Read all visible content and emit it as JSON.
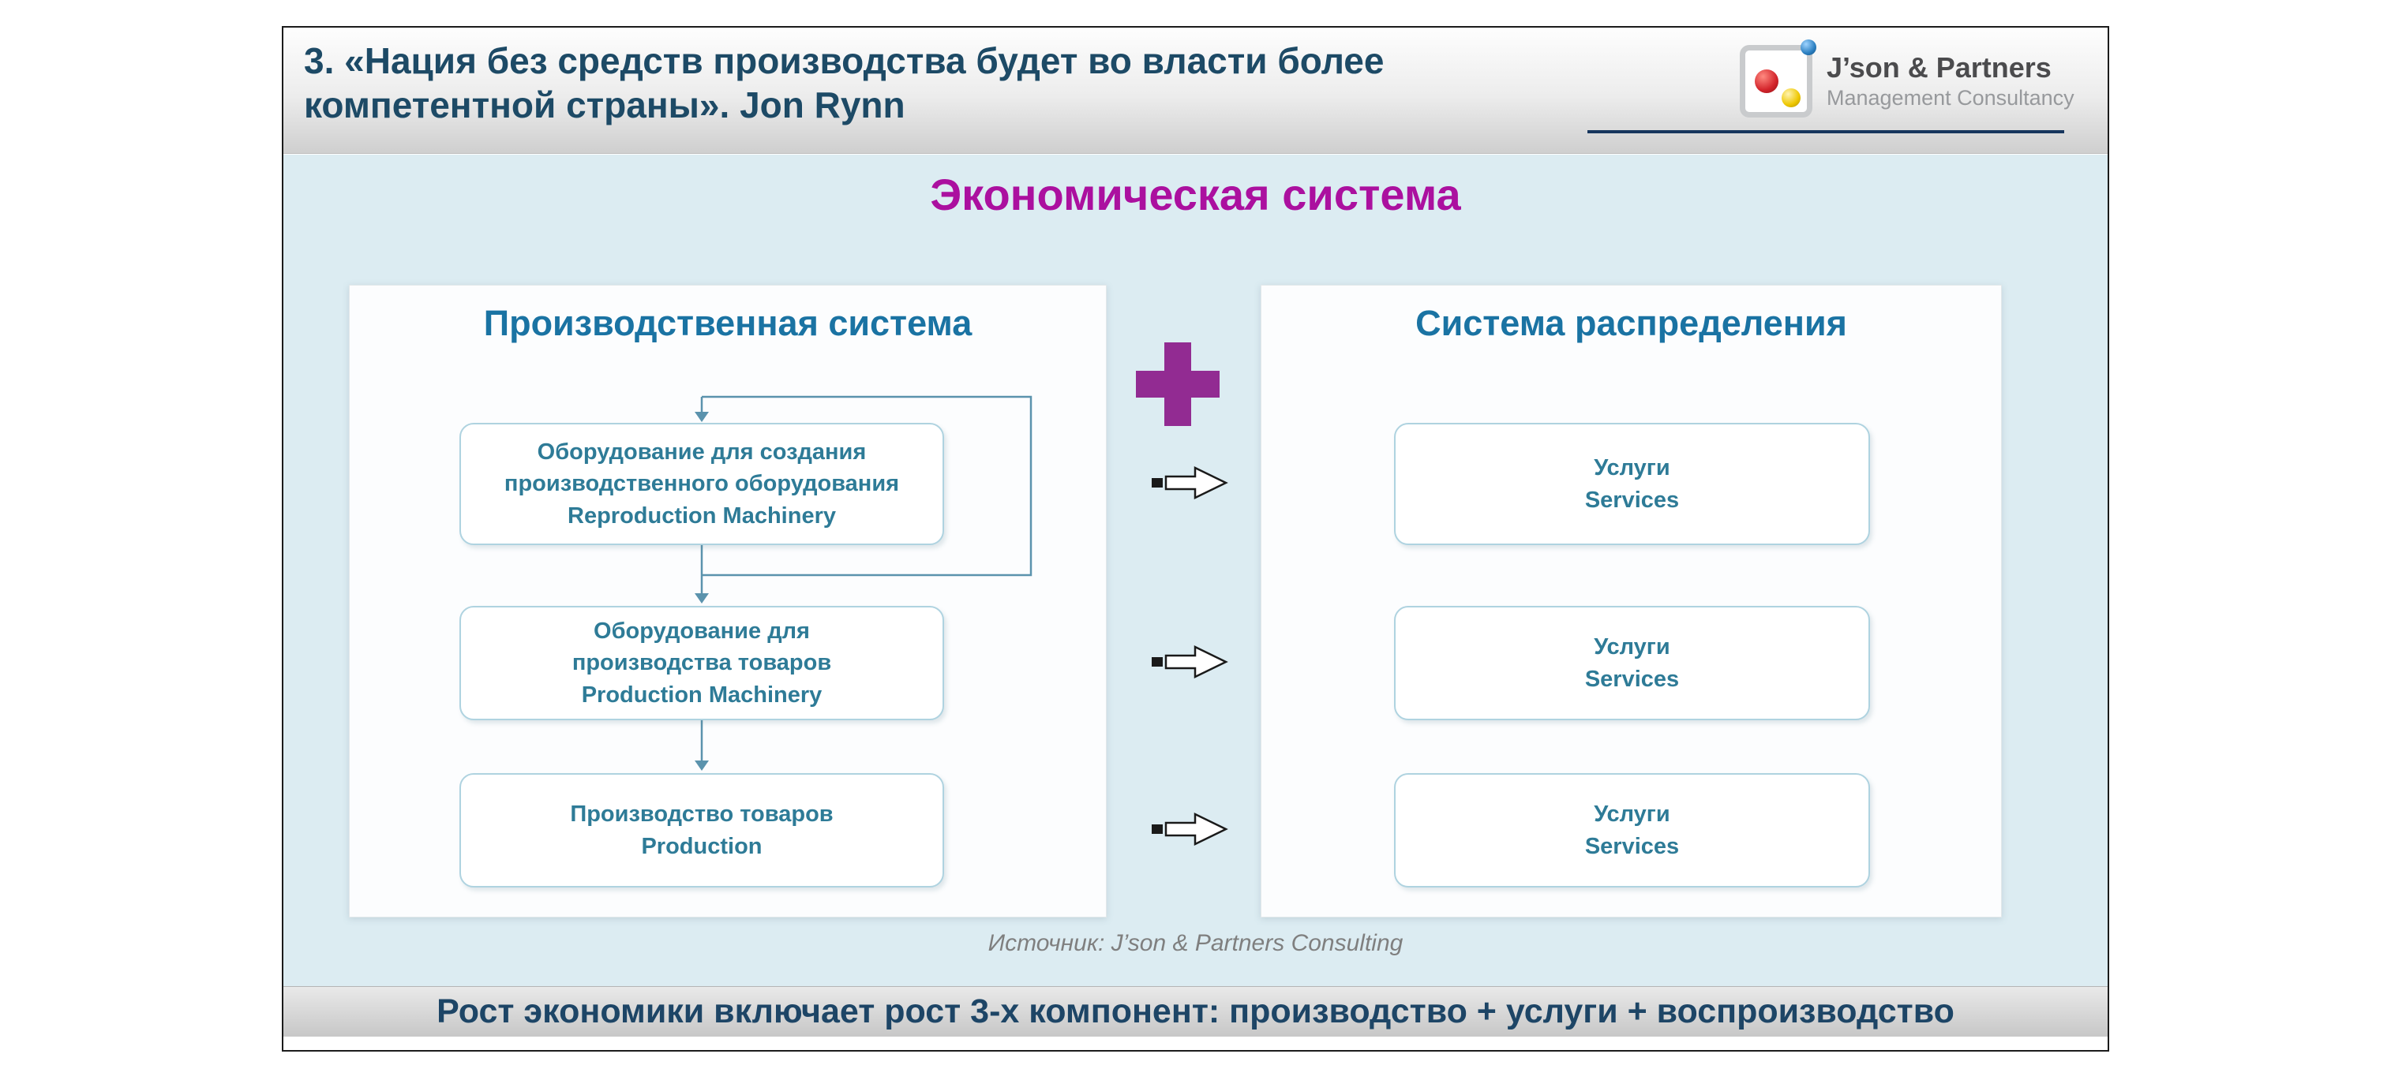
{
  "slide": {
    "header": {
      "title_lines": [
        "3. «Нация без средств производства будет во власти более",
        "компетентной страны». Jon Rynn"
      ],
      "logo": {
        "brand": "J’son & Partners",
        "tagline": "Management Consultancy"
      }
    },
    "main": {
      "title": "Экономическая система",
      "left_panel": {
        "title": "Производственная система",
        "boxes": [
          [
            "Оборудование для создания",
            "производственного оборудования",
            "Reproduction Machinery"
          ],
          [
            "Оборудование для",
            "производства товаров",
            "Production Machinery"
          ],
          [
            "Производство товаров",
            "Production"
          ]
        ]
      },
      "right_panel": {
        "title": "Система распределения",
        "boxes": [
          [
            "Услуги",
            "Services"
          ],
          [
            "Услуги",
            "Services"
          ],
          [
            "Услуги",
            "Services"
          ]
        ]
      },
      "source": "Источник: J’son & Partners Consulting"
    },
    "footer": {
      "text": "Рост экономики включает рост 3-х компонент:  производство + услуги + воспроизводство"
    }
  },
  "icons": {
    "plus": "plus-icon",
    "flow_arrow": "block-arrow-right-icon",
    "logo": "json-partners-logo-icon"
  },
  "colors": {
    "header_title": "#1d4a66",
    "main_title": "#ab109f",
    "panel_title": "#1a73a3",
    "box_text": "#2e7b97",
    "box_border": "#afd3e0",
    "plus": "#922b92",
    "connector": "#5b93ad",
    "footer_text": "#1d4566",
    "source_text": "#7f7f7f",
    "main_background": "#dcecf2",
    "logo_underline": "#17365d"
  }
}
